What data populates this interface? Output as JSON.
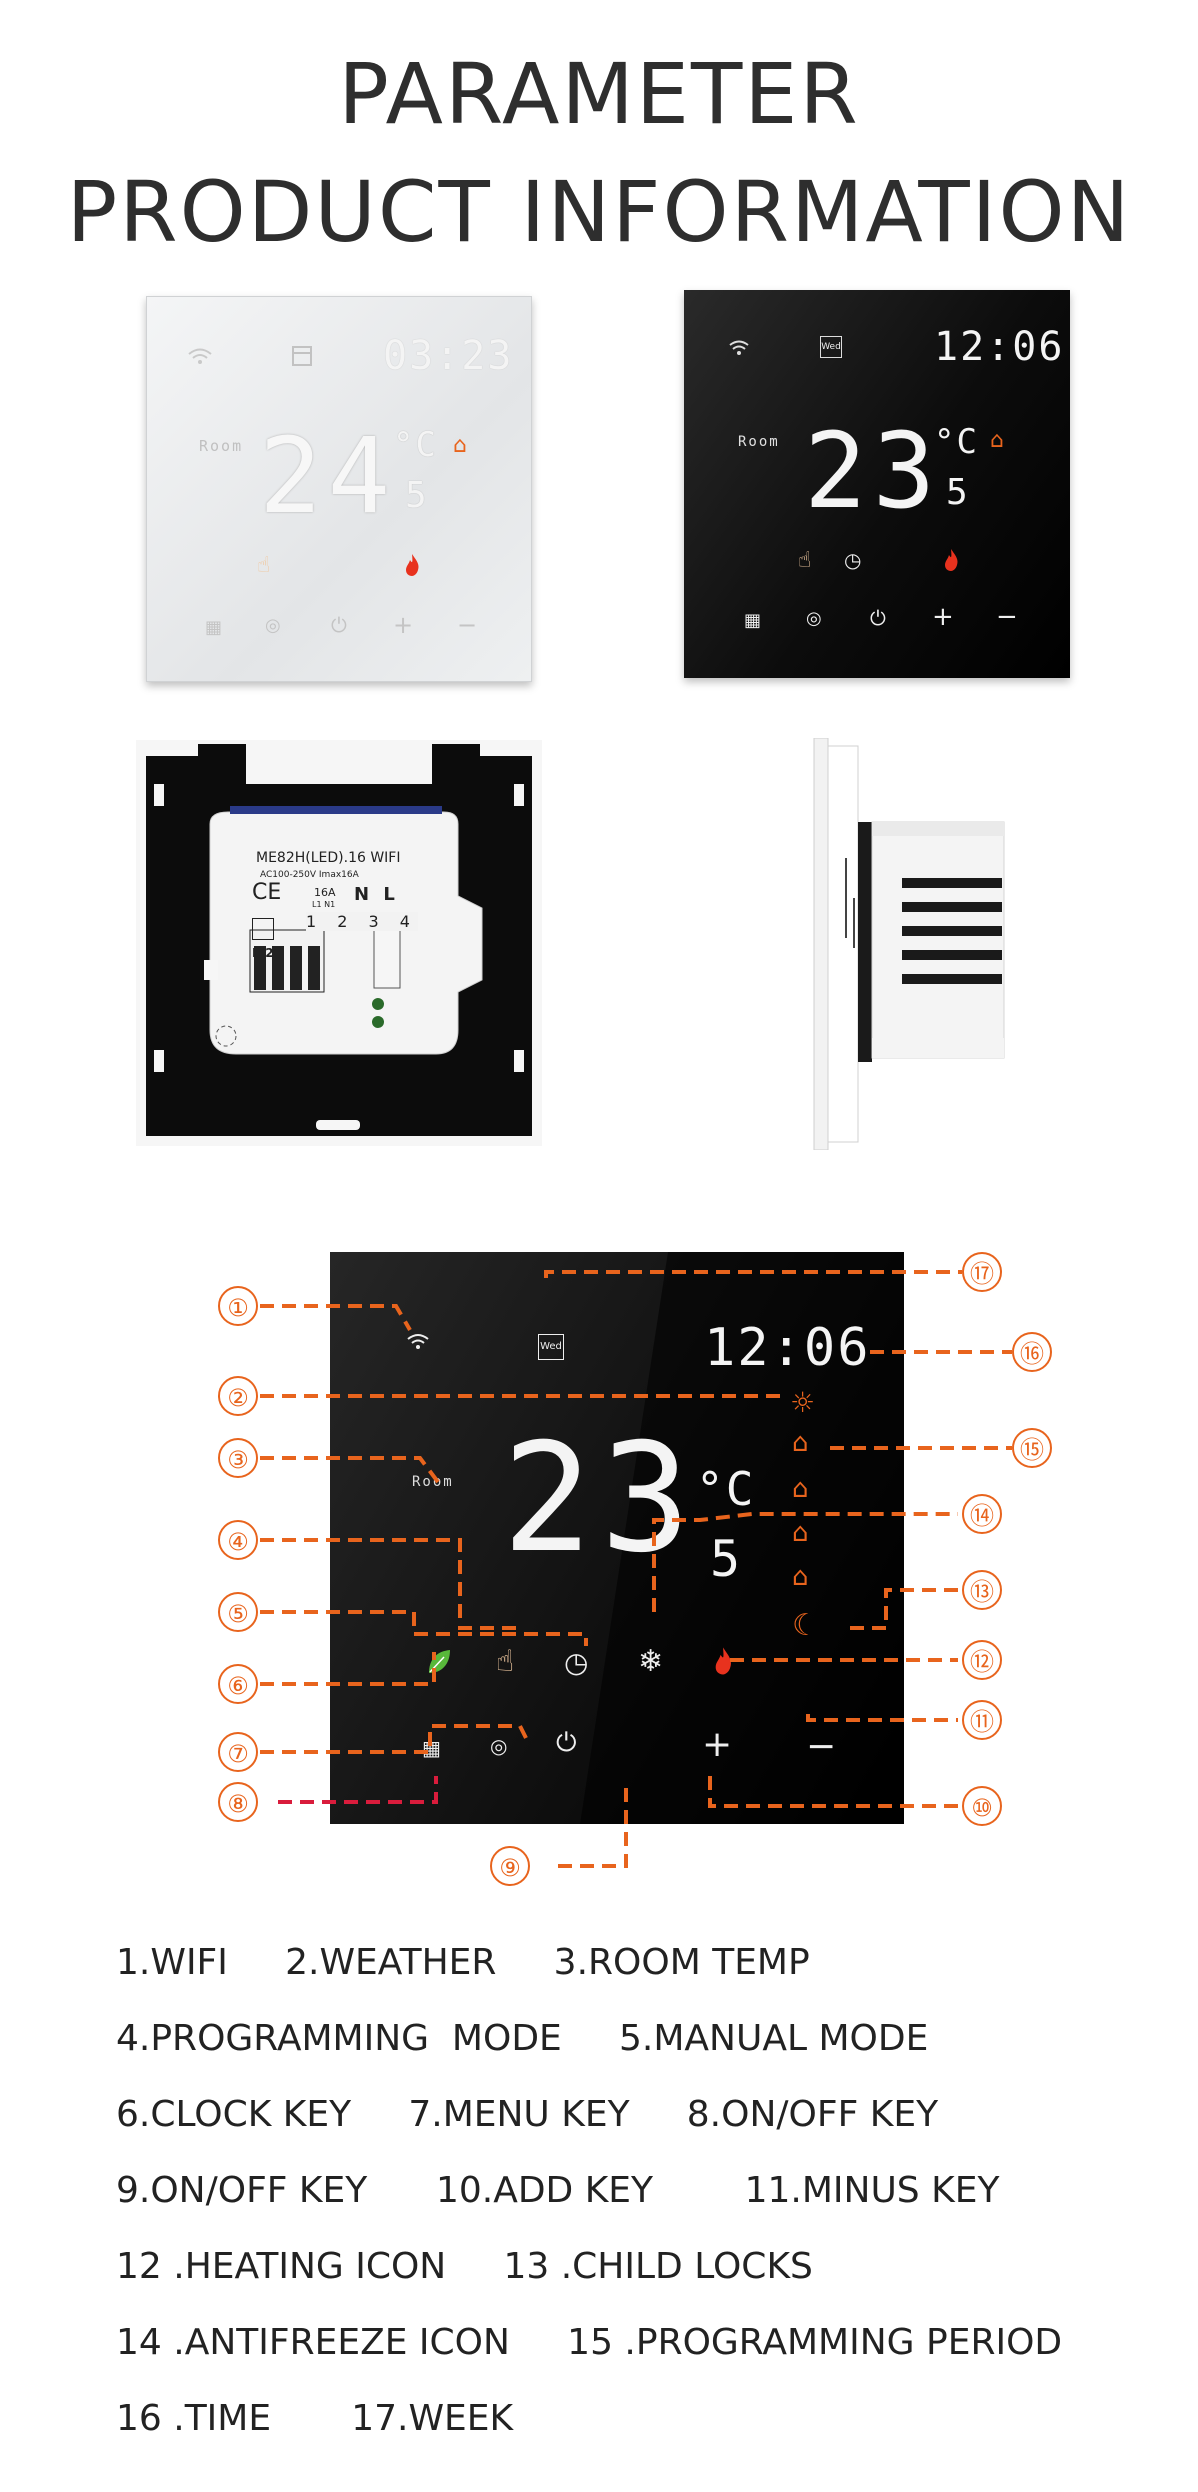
{
  "title_line1": "PARAMETER",
  "title_line2": "PRODUCT INFORMATION",
  "white_unit": {
    "time": "03:23",
    "temp": "24",
    "decimal": "5",
    "unit": "°C",
    "room_label": "Room",
    "icon_week": "calendar-icon"
  },
  "black_unit": {
    "time": "12:06",
    "temp": "23",
    "decimal": "5",
    "unit": "°C",
    "room_label": "Room",
    "week_label": "Wed"
  },
  "back_plate": {
    "model": "ME82H(LED).16 WIFI",
    "rating": "AC100-250V Imax16A",
    "amp": "16A",
    "terminals": "L1 N1",
    "nl": "N L",
    "ip": "IP20",
    "ce": "CE",
    "numbers": "1 2 3 4"
  },
  "diagram": {
    "time": "12:06",
    "temp": "23",
    "decimal": "5",
    "unit": "°C",
    "room_label": "Room",
    "week_label": "Wed",
    "callouts": [
      "①",
      "②",
      "③",
      "④",
      "⑤",
      "⑥",
      "⑦",
      "⑧",
      "⑨",
      "⑩",
      "⑪",
      "⑫",
      "⑬",
      "⑭",
      "⑮",
      "⑯",
      "⑰"
    ]
  },
  "legend": [
    "1.WIFI     2.WEATHER     3.ROOM TEMP",
    "4.PROGRAMMING  MODE     5.MANUAL MODE",
    "6.CLOCK KEY     7.MENU KEY     8.ON/OFF KEY",
    "9.ON/OFF KEY      10.ADD KEY        11.MINUS KEY",
    "12 .HEATING ICON     13 .CHILD LOCKS",
    "14 .ANTIFREEZE ICON     15 .PROGRAMMING PERIOD",
    "16 .TIME       17.WEEK"
  ],
  "colors": {
    "accent": "#e8641d",
    "red": "#d91c3c",
    "heat": "#e8321e"
  }
}
